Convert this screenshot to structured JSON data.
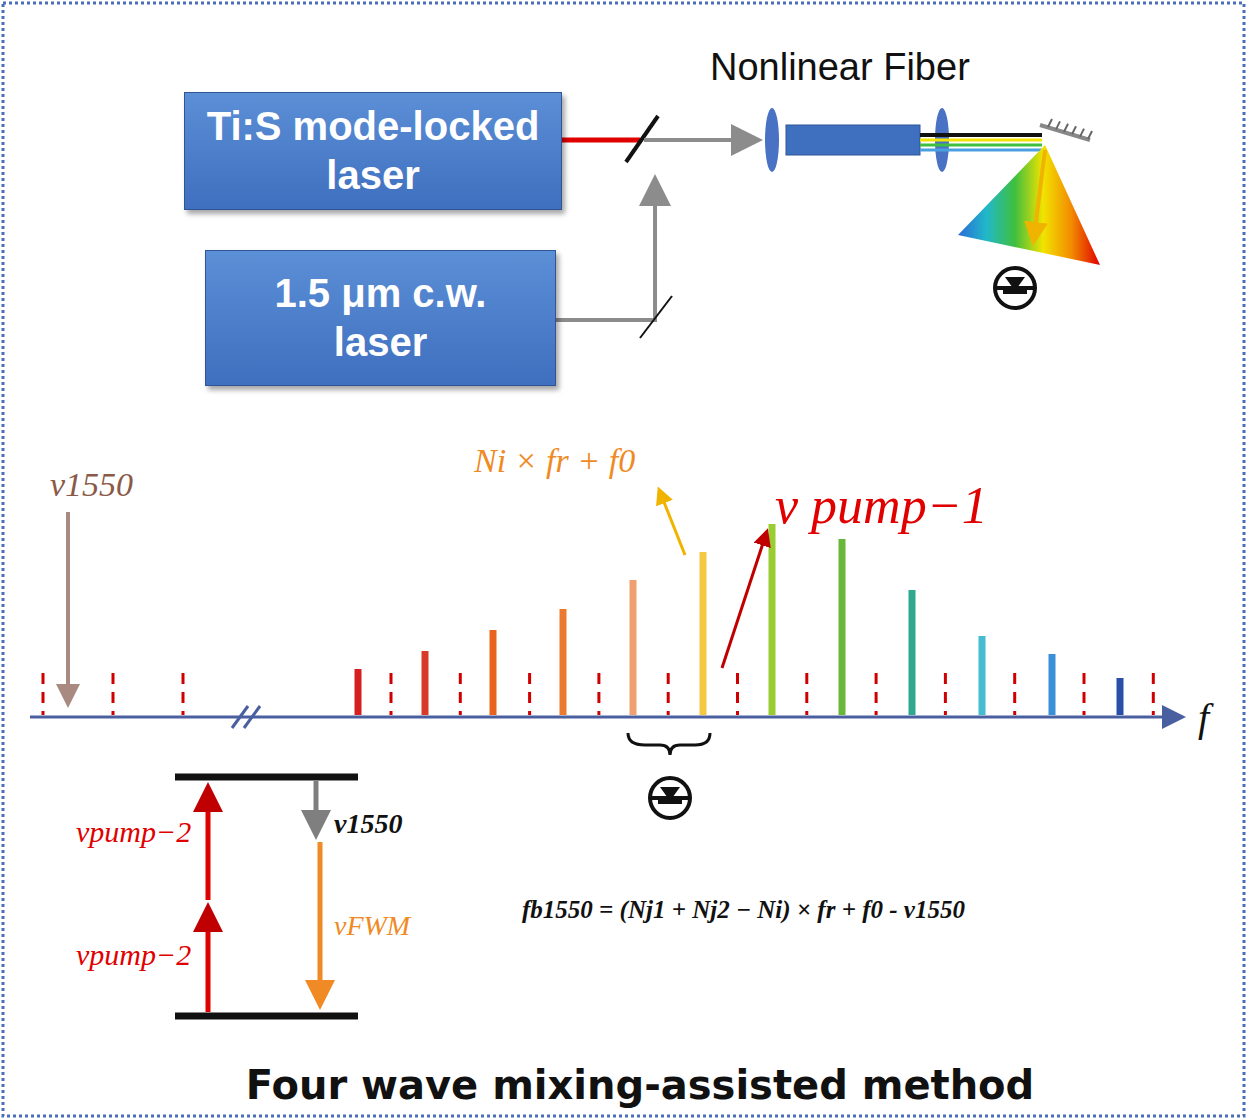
{
  "diagram": {
    "caption": "Four wave mixing-assisted method",
    "nodes": [
      {
        "text": [
          "Ti:S mode-locked laser"
        ]
      },
      {
        "text": [
          "1.5 μm c.w. laser"
        ]
      }
    ],
    "edges": [],
    "labels": [
      "Nonlinear Fiber",
      "ν1550",
      "Ni × fr + f0",
      "ν pump−1",
      "νpump−2",
      "νpump−2",
      "ν1550",
      "νFWM",
      "fb1550 = (Nj1 + Nj2 − Ni) × fr + f0 - ν1550",
      "f"
    ]
  }
}
